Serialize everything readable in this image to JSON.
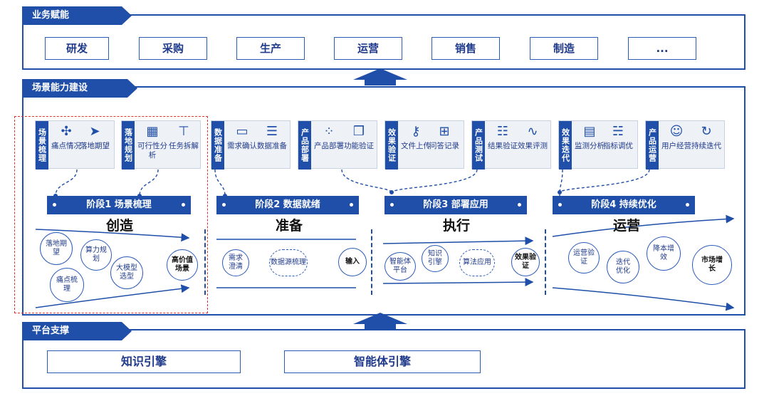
{
  "business": {
    "title": "业务赋能",
    "items": [
      "研发",
      "采购",
      "生产",
      "运营",
      "销售",
      "制造",
      "..."
    ]
  },
  "capability": {
    "title": "场景能力建设"
  },
  "stages": [
    {
      "label": "场景梳理",
      "items": [
        {
          "icon": "puzzle-icon",
          "text": "痛点情况"
        },
        {
          "icon": "navigation-icon",
          "text": "落地期望"
        }
      ]
    },
    {
      "label": "落地规划",
      "items": [
        {
          "icon": "bars-sparkle-icon",
          "text": "可行性分析"
        },
        {
          "icon": "org-chart-icon",
          "text": "任务拆解"
        }
      ]
    },
    {
      "label": "数据准备",
      "items": [
        {
          "icon": "monitor-icon",
          "text": "需求确认"
        },
        {
          "icon": "database-icon",
          "text": "数据准备"
        }
      ]
    },
    {
      "label": "产品部署",
      "items": [
        {
          "icon": "dot-grid-icon",
          "text": "产品部署"
        },
        {
          "icon": "cubes-icon",
          "text": "功能验证"
        }
      ]
    },
    {
      "label": "效果验证",
      "items": [
        {
          "icon": "key-icon",
          "text": "文件上传"
        },
        {
          "icon": "network-icon",
          "text": "问答记录"
        }
      ]
    },
    {
      "label": "产品测试",
      "items": [
        {
          "icon": "list-icon",
          "text": "结果验证"
        },
        {
          "icon": "pulse-icon",
          "text": "效果评测"
        }
      ]
    },
    {
      "label": "效果迭代",
      "items": [
        {
          "icon": "clipboard-chart-icon",
          "text": "监测分析"
        },
        {
          "icon": "sliders-icon",
          "text": "指标调优"
        }
      ]
    },
    {
      "label": "产品运营",
      "items": [
        {
          "icon": "users-icon",
          "text": "用户经营"
        },
        {
          "icon": "refresh-icon",
          "text": "持续迭代"
        }
      ]
    }
  ],
  "phases": [
    {
      "bar": "阶段1 场景梳理",
      "title": "创造"
    },
    {
      "bar": "阶段2 数据就绪",
      "title": "准备"
    },
    {
      "bar": "阶段3 部署应用",
      "title": "执行"
    },
    {
      "bar": "阶段4 持续优化",
      "title": "运营"
    }
  ],
  "circles": {
    "p1": [
      "落地期望",
      "算力规划",
      "大模型选型",
      "痛点梳理",
      "高价值场景"
    ],
    "p2": [
      "需求澄清",
      "数据源梳理",
      "输入"
    ],
    "p3": [
      "智能体平台",
      "知识引擎",
      "算法应用",
      "效果验证"
    ],
    "p4": [
      "运营验证",
      "迭代优化",
      "降本增效",
      "市场增长"
    ]
  },
  "platform": {
    "title": "平台支撑",
    "items": [
      "知识引擎",
      "智能体引擎"
    ]
  }
}
